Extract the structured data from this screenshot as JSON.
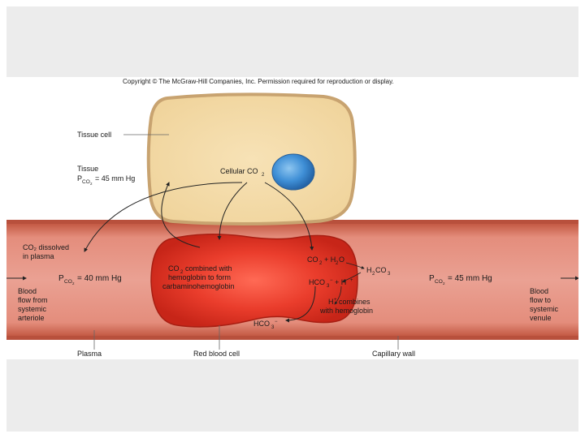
{
  "copyright": "Copyright © The McGraw-Hill Companies, Inc. Permission required for reproduction or display.",
  "labels": {
    "tissue_cell": "Tissue cell",
    "tissue_line1": "Tissue",
    "tissue_pco2": "= 45 mm Hg",
    "cellular_co2": "Cellular CO",
    "co2_dissolved_line1": "CO₂ dissolved",
    "co2_dissolved_line2": "in plasma",
    "left_pco2": "= 40 mm Hg",
    "right_pco2": "= 45 mm Hg",
    "blood_from_1": "Blood",
    "blood_from_2": "flow from",
    "blood_from_3": "systemic",
    "blood_from_4": "arteriole",
    "blood_to_1": "Blood",
    "blood_to_2": "flow to",
    "blood_to_3": "systemic",
    "blood_to_4": "venule",
    "carb_1": "combined with",
    "carb_2": "hemoglobin to form",
    "carb_3": "carbaminohemoglobin",
    "eq_co2": "CO",
    "eq_plus_h2o": "+ H",
    "eq_o": "O",
    "eq_h2co3": "H",
    "eq_co3": "CO",
    "eq_hco3": "HCO",
    "eq_plus_h": "+ H",
    "h_combines_1": "combines",
    "h_combines_2": "with hemoglobin",
    "hco3_out": "HCO",
    "plasma": "Plasma",
    "red_blood_cell": "Red blood cell",
    "capillary_wall": "Capillary wall",
    "p": "P",
    "co2_sub": "CO",
    "two": "2",
    "three": "3",
    "minus": "−",
    "plus": "+",
    "h": "H"
  },
  "colors": {
    "slide_bg": "#ececec",
    "tissue_fill": "#f3d79f",
    "tissue_border": "#d1ae78",
    "nucleus": "#3f8fd6",
    "vessel_wall": "#c9664f",
    "vessel_inner": "#e89a8c",
    "rbc": "#e03526"
  }
}
